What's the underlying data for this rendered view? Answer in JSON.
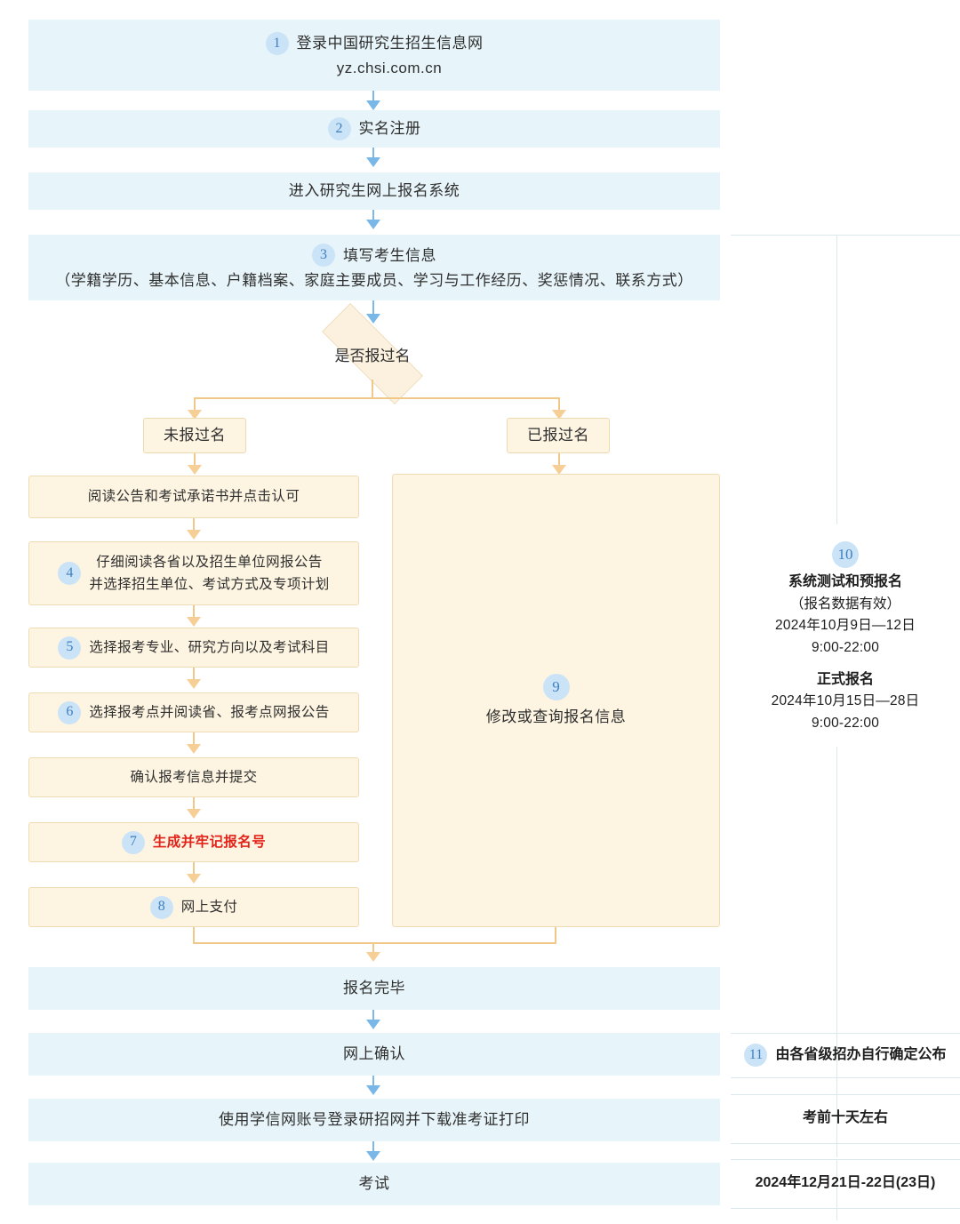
{
  "title": "研究生网上报名流程图",
  "colors": {
    "blue_box": "#e7f5fa",
    "cream_box": "#fdf4e1",
    "cream_border": "#edd9b0",
    "badge_bg": "#cbe3f7",
    "badge_text": "#3f7fc0",
    "blue_connector": "#7cb9e8",
    "orange_connector": "#f0c98a",
    "highlight_red": "#e2231a"
  },
  "main_flow": {
    "step1": {
      "num": "1",
      "line1": "登录中国研究生招生信息网",
      "line2": "yz.chsi.com.cn"
    },
    "step2": {
      "num": "2",
      "label": "实名注册"
    },
    "step_enter": {
      "label": "进入研究生网上报名系统"
    },
    "step3": {
      "num": "3",
      "line1": "填写考生信息",
      "line2": "（学籍学历、基本信息、户籍档案、家庭主要成员、学习与工作经历、奖惩情况、联系方式）"
    },
    "decision": {
      "label": "是否报过名"
    },
    "branch_left": {
      "label": "未报过名"
    },
    "branch_right": {
      "label": "已报过名"
    }
  },
  "left_branch": [
    {
      "num": "",
      "label": "阅读公告和考试承诺书并点击认可",
      "lines": 1,
      "highlight": false
    },
    {
      "num": "4",
      "line1": "仔细阅读各省以及招生单位网报公告",
      "line2": "并选择招生单位、考试方式及专项计划",
      "lines": 2,
      "highlight": false
    },
    {
      "num": "5",
      "label": "选择报考专业、研究方向以及考试科目",
      "lines": 1,
      "highlight": false
    },
    {
      "num": "6",
      "label": "选择报考点并阅读省、报考点网报公告",
      "lines": 1,
      "highlight": false
    },
    {
      "num": "",
      "label": "确认报考信息并提交",
      "lines": 1,
      "highlight": false
    },
    {
      "num": "7",
      "label": "生成并牢记报名号",
      "lines": 1,
      "highlight": true
    },
    {
      "num": "8",
      "label": "网上支付",
      "lines": 1,
      "highlight": false
    }
  ],
  "right_branch": {
    "num": "9",
    "label": "修改或查询报名信息"
  },
  "tail_flow": [
    {
      "label": "报名完毕"
    },
    {
      "label": "网上确认"
    },
    {
      "label": "使用学信网账号登录研招网并下载准考证打印"
    },
    {
      "label": "考试"
    }
  ],
  "timeline": {
    "registration": {
      "num": "10",
      "l1": "系统测试和预报名",
      "l2": "（报名数据有效）",
      "l3": "2024年10月9日—12日",
      "l4": "9:00-22:00",
      "l5": "正式报名",
      "l6": "2024年10月15日—28日",
      "l7": "9:00-22:00"
    },
    "confirm": {
      "num": "11",
      "label": "由各省级招办自行确定公布"
    },
    "admission_ticket": {
      "label": "考前十天左右"
    },
    "exam": {
      "label": "2024年12月21日-22日(23日)"
    }
  }
}
